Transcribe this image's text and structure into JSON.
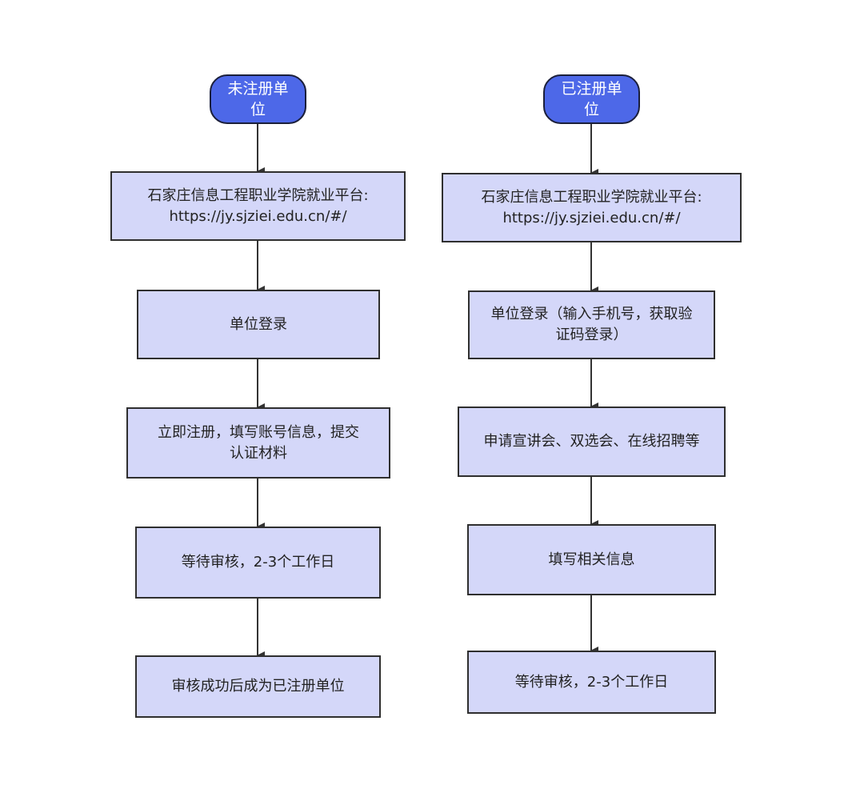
{
  "colors": {
    "terminal_fill": "#4d68e8",
    "process_fill": "#d4d7f9",
    "border": "#2f2f2f",
    "arrow": "#333333"
  },
  "left_flow": {
    "start": "未注册单位",
    "steps": [
      "石家庄信息工程职业学院就业平台:\nhttps://jy.sjziei.edu.cn/#/",
      "单位登录",
      "立即注册，填写账号信息，提交\n认证材料",
      "等待审核，2-3个工作日",
      "审核成功后成为已注册单位"
    ]
  },
  "right_flow": {
    "start": "已注册单位",
    "steps": [
      "石家庄信息工程职业学院就业平台:\nhttps://jy.sjziei.edu.cn/#/",
      "单位登录（输入手机号，获取验\n证码登录）",
      "申请宣讲会、双选会、在线招聘等",
      "填写相关信息",
      "等待审核，2-3个工作日"
    ]
  }
}
